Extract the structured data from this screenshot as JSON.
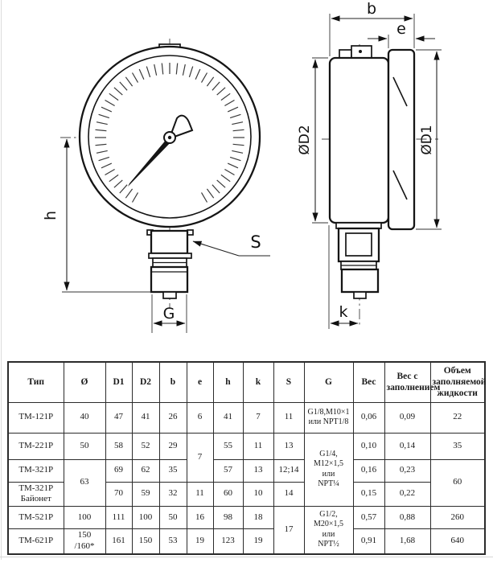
{
  "drawing": {
    "labels": {
      "h": "h",
      "G": "G",
      "S": "S",
      "b": "b",
      "e": "e",
      "d2": "ØD2",
      "d1": "ØD1",
      "k": "k"
    }
  },
  "table": {
    "headers": [
      "Тип",
      "Ø",
      "D1",
      "D2",
      "b",
      "e",
      "h",
      "k",
      "S",
      "G",
      "Вес",
      "Вес с заполнением",
      "Объем заполняемой жидкости"
    ],
    "rows": [
      [
        "ТМ-121Р",
        "40",
        "47",
        "41",
        "26",
        "6",
        "41",
        "7",
        "11",
        "G1/8,M10×1\nили NPT1/8",
        "0,06",
        "0,09",
        "22"
      ],
      [
        "ТМ-221Р",
        "50",
        "58",
        "52",
        "29",
        "7",
        "55",
        "11",
        "13",
        "G1/4,\nM12×1,5\nили\nNPT¼",
        "0,10",
        "0,14",
        "35"
      ],
      [
        "ТМ-321Р",
        "63",
        "69",
        "62",
        "35",
        "57",
        "13",
        "12;14",
        "0,16",
        "0,23",
        "60"
      ],
      [
        "ТМ-321Р\nБайонет",
        "70",
        "59",
        "32",
        "11",
        "60",
        "10",
        "14",
        "0,15",
        "0,22"
      ],
      [
        "ТМ-521Р",
        "100",
        "111",
        "100",
        "50",
        "16",
        "98",
        "18",
        "17",
        "G1/2,\nM20×1,5\nили\nNPT½",
        "0,57",
        "0,88",
        "260"
      ],
      [
        "ТМ-621Р",
        "150\n/160*",
        "161",
        "150",
        "53",
        "19",
        "123",
        "19",
        "0,91",
        "1,68",
        "640"
      ]
    ]
  }
}
